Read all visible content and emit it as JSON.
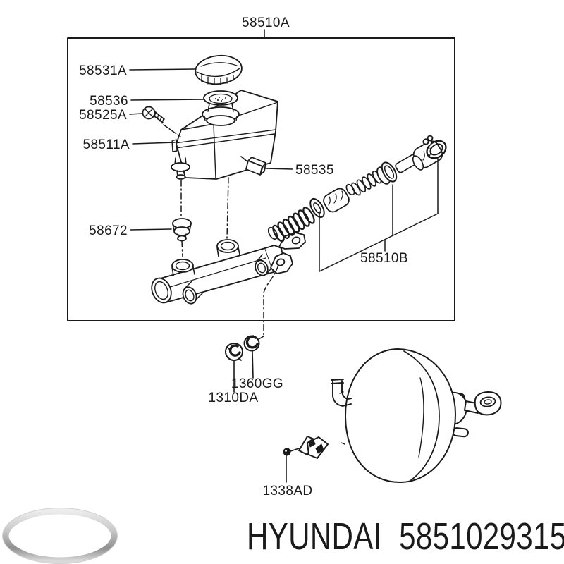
{
  "colors": {
    "line": "#1a1a1a",
    "background": "#ffffff",
    "logo_silver": "#c7c7c7"
  },
  "parts": {
    "assembly": {
      "code": "58510A"
    },
    "cap": {
      "code": "58531A"
    },
    "strainer": {
      "code": "58536"
    },
    "screw": {
      "code": "58525A"
    },
    "reservoir": {
      "code": "58511A"
    },
    "sensor": {
      "code": "58535"
    },
    "grommet": {
      "code": "58672"
    },
    "repair_kit": {
      "code": "58510B"
    },
    "washer": {
      "code": "1360GG"
    },
    "nut": {
      "code": "1310DA"
    },
    "clip": {
      "code": "1338AD"
    }
  },
  "footer": {
    "brand": "HYUNDAI",
    "part_number": "5851029315"
  }
}
